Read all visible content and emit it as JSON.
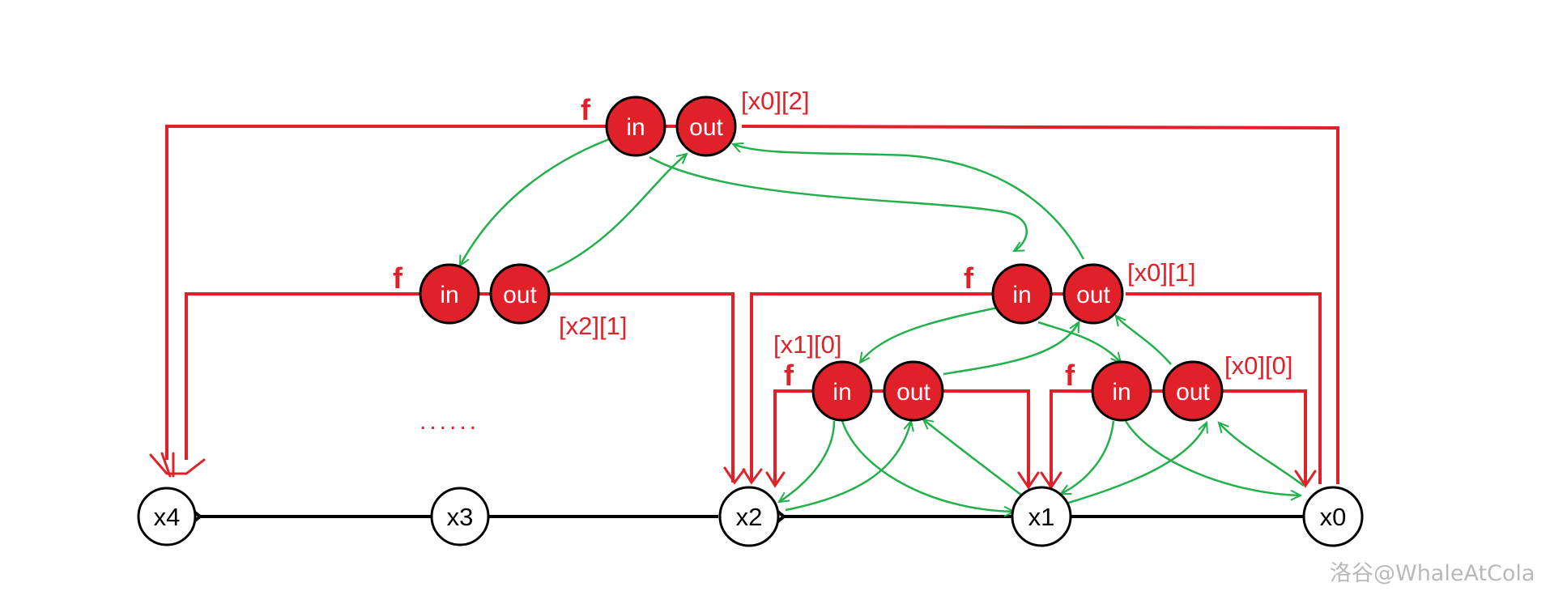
{
  "colors": {
    "red": "#e0212a",
    "green": "#22b04b",
    "black": "#000000",
    "node_fill": "#ffffff"
  },
  "nodes": [
    "x4",
    "x3",
    "x2",
    "x1",
    "x0"
  ],
  "ports": {
    "in": "in",
    "out": "out"
  },
  "f_label": "f",
  "blocks": [
    {
      "id": "block-top",
      "f": "f",
      "tag": "[x0][2]"
    },
    {
      "id": "block-x2",
      "f": "f",
      "tag": "[x2][1]"
    },
    {
      "id": "block-x0-1",
      "f": "f",
      "tag": "[x0][1]"
    },
    {
      "id": "block-x1-0",
      "f": "f",
      "tag": "[x1][0]"
    },
    {
      "id": "block-x0-0",
      "f": "f",
      "tag": "[x0][0]"
    }
  ],
  "ellipsis": "......",
  "watermark": "洛谷@WhaleAtCola"
}
